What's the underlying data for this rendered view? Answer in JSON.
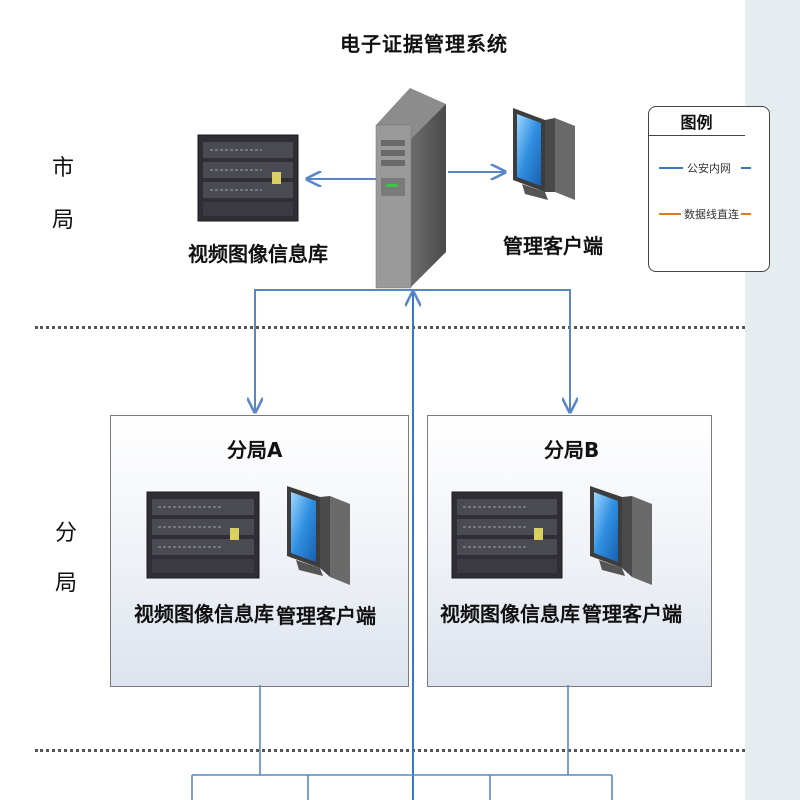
{
  "title": "电子证据管理系统",
  "levels": {
    "city": [
      "市",
      "局"
    ],
    "branch": [
      "分",
      "局"
    ]
  },
  "city": {
    "video_db_label": "视频图像信息库",
    "client_label": "管理客户端"
  },
  "branches": [
    {
      "title": "分局A",
      "video_db_label": "视频图像信息库",
      "client_label": "管理客户端"
    },
    {
      "title": "分局B",
      "video_db_label": "视频图像信息库",
      "client_label": "管理客户端"
    }
  ],
  "legend": {
    "title": "图例",
    "items": [
      {
        "label": "公安内网",
        "color": "#3a78c4"
      },
      {
        "label": "数据线直连",
        "color": "#e07a1f"
      }
    ]
  },
  "colors": {
    "link": "#5a86c8",
    "vertical_link": "#3a78c4"
  },
  "icons": [
    "server-tower-icon",
    "storage-rack-icon",
    "desktop-computer-icon"
  ]
}
